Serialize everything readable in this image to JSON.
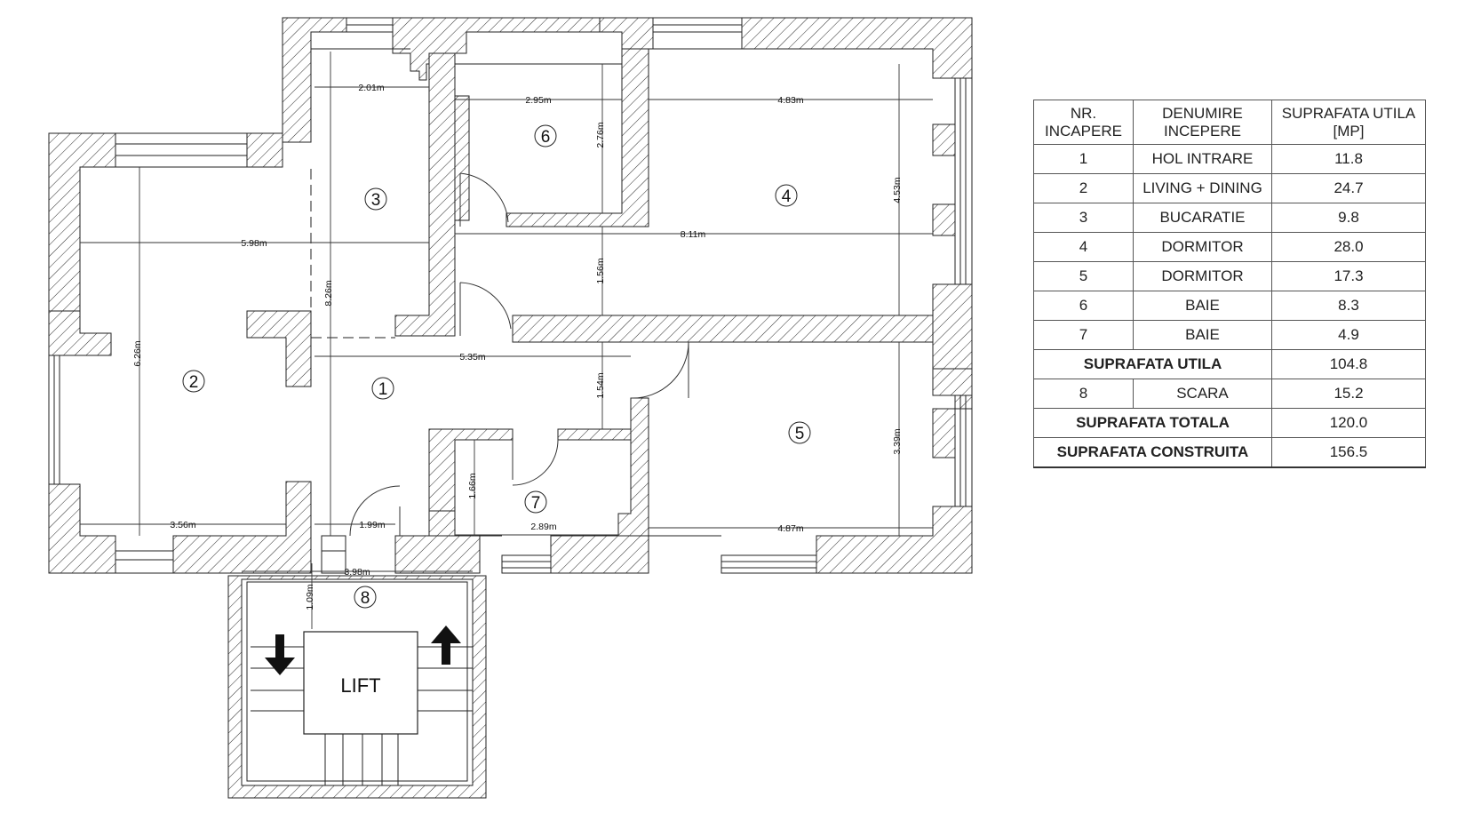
{
  "rooms": [
    {
      "num": "1"
    },
    {
      "num": "2"
    },
    {
      "num": "3"
    },
    {
      "num": "4"
    },
    {
      "num": "5"
    },
    {
      "num": "6"
    },
    {
      "num": "7"
    },
    {
      "num": "8"
    }
  ],
  "dimensions": {
    "d_201": "2.01m",
    "d_295": "2.95m",
    "d_483": "4.83m",
    "d_276": "2.76m",
    "d_598": "5.98m",
    "d_811": "8.11m",
    "d_453": "4.53m",
    "d_826": "8.26m",
    "d_156": "1.56m",
    "d_626": "6.26m",
    "d_535": "5.35m",
    "d_154": "1.54m",
    "d_339": "3.39m",
    "d_166": "1.66m",
    "d_356": "3.56m",
    "d_199": "1.99m",
    "d_289": "2.89m",
    "d_487": "4.87m",
    "d_398": "3.98m",
    "d_109": "1.09m"
  },
  "lift_label": "LIFT",
  "table": {
    "header": {
      "nr": [
        "NR.",
        "INCAPERE"
      ],
      "denumire": [
        "DENUMIRE",
        "INCEPERE"
      ],
      "suprafata": [
        "SUPRAFATA UTILA",
        "[MP]"
      ]
    },
    "rows": [
      {
        "nr": "1",
        "name": "HOL INTRARE",
        "area": "11.8"
      },
      {
        "nr": "2",
        "name": "LIVING  + DINING",
        "area": "24.7"
      },
      {
        "nr": "3",
        "name": "BUCARATIE",
        "area": "9.8"
      },
      {
        "nr": "4",
        "name": "DORMITOR",
        "area": "28.0"
      },
      {
        "nr": "5",
        "name": "DORMITOR",
        "area": "17.3"
      },
      {
        "nr": "6",
        "name": "BAIE",
        "area": "8.3"
      },
      {
        "nr": "7",
        "name": "BAIE",
        "area": "4.9"
      }
    ],
    "util_total": {
      "label": "SUPRAFATA UTILA",
      "value": "104.8"
    },
    "stair_row": {
      "nr": "8",
      "name": "SCARA",
      "area": "15.2"
    },
    "total": {
      "label": "SUPRAFATA TOTALA",
      "value": "120.0"
    },
    "built": {
      "label": "SUPRAFATA CONSTRUITA",
      "value": "156.5"
    }
  }
}
